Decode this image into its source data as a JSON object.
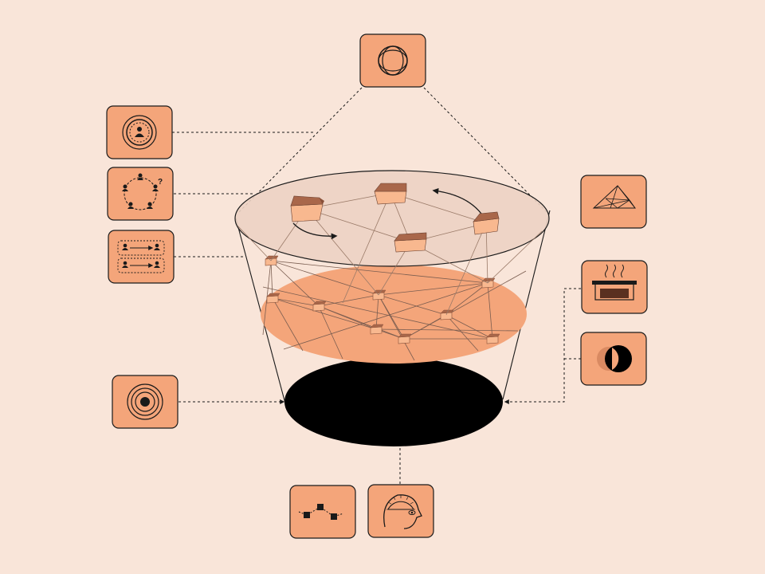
{
  "colors": {
    "background": "#f9e5d9",
    "tile_fill": "#f4a57a",
    "tile_stroke": "#1a1a1a",
    "top_disk": "#ecd2c3",
    "middle_disk": "#f4a57a",
    "base_disk": "#000000",
    "node_light": "#f8b88f",
    "node_dark": "#a9674a",
    "line": "#1a1a1a",
    "web_line": "#8a6f60"
  },
  "icons": [
    {
      "id": "top",
      "name": "intersecting-circles-icon"
    },
    {
      "id": "left1",
      "name": "person-in-rings-icon"
    },
    {
      "id": "left2",
      "name": "people-circle-question-icon"
    },
    {
      "id": "left3",
      "name": "paired-people-icon"
    },
    {
      "id": "left4",
      "name": "concentric-target-icon"
    },
    {
      "id": "right1",
      "name": "triangulated-mesh-icon"
    },
    {
      "id": "right2",
      "name": "steaming-pot-icon"
    },
    {
      "id": "right3",
      "name": "eclipse-icon"
    },
    {
      "id": "bottom1",
      "name": "connected-squares-path-icon"
    },
    {
      "id": "bottom2",
      "name": "head-with-protractor-icon"
    }
  ]
}
